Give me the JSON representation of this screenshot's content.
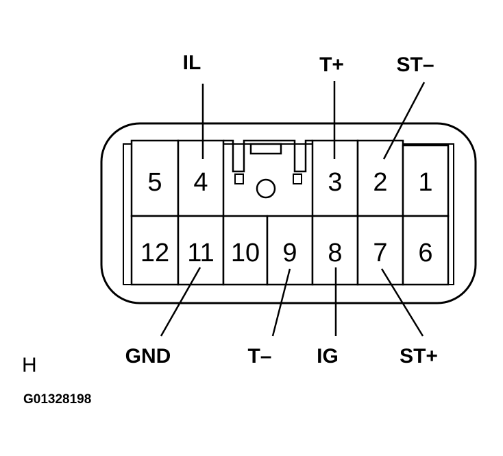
{
  "pins": [
    {
      "number": "1"
    },
    {
      "number": "2"
    },
    {
      "number": "3"
    },
    {
      "number": "4"
    },
    {
      "number": "5"
    },
    {
      "number": "6"
    },
    {
      "number": "7"
    },
    {
      "number": "8"
    },
    {
      "number": "9"
    },
    {
      "number": "10"
    },
    {
      "number": "11"
    },
    {
      "number": "12"
    }
  ],
  "labels": {
    "IL": "IL",
    "T_plus": "T+",
    "ST_minus": "ST–",
    "GND": "GND",
    "T_minus": "T–",
    "IG": "IG",
    "ST_plus": "ST+"
  },
  "view_letter": "H",
  "figure_id": "G01328198"
}
